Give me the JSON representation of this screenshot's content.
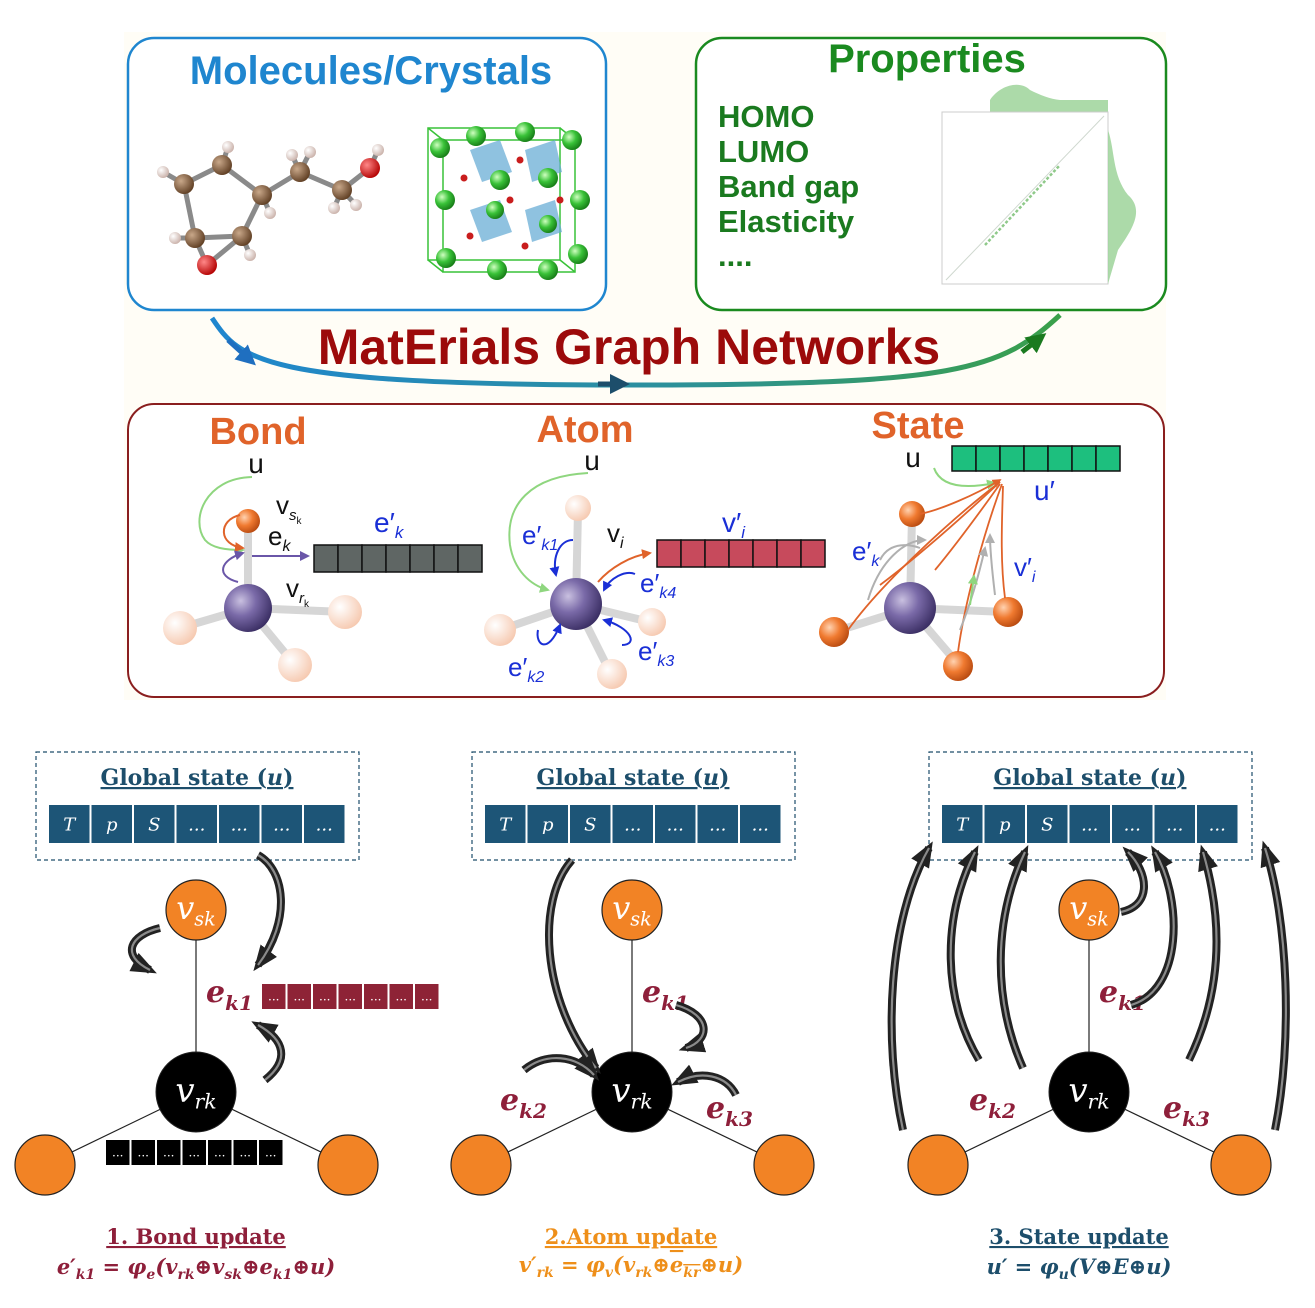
{
  "top": {
    "molecules_title": "Molecules/Crystals",
    "properties_title": "Properties",
    "properties": [
      "HOMO",
      "LUMO",
      "Band gap",
      "Elasticity",
      "...."
    ],
    "network_title": "MatErials Graph Networks"
  },
  "panels": {
    "bond": {
      "title": "Bond",
      "u": "u",
      "vs": "v",
      "vs_sub": "s",
      "vs_subsub": "k",
      "ek": "e",
      "ek_sub": "k",
      "vr": "v",
      "vr_sub": "r",
      "vr_subsub": "k",
      "out": "e′",
      "out_sub": "k"
    },
    "atom": {
      "title": "Atom",
      "u": "u",
      "vi": "v",
      "vi_sub": "i",
      "out": "v′",
      "out_sub": "i",
      "e1": "e′",
      "e1_sub": "k1",
      "e2": "e′",
      "e2_sub": "k2",
      "e3": "e′",
      "e3_sub": "k3",
      "e4": "e′",
      "e4_sub": "k4"
    },
    "state": {
      "title": "State",
      "u": "u",
      "out": "u′",
      "ek": "e′",
      "ek_sub": "k",
      "vi": "v′",
      "vi_sub": "i"
    }
  },
  "bottom": {
    "global_state_label": "Global state (",
    "global_state_var": "u",
    "global_state_close": ")",
    "state_cells": [
      "T",
      "p",
      "S",
      "...",
      "...",
      "...",
      "..."
    ],
    "edge_cells": [
      "...",
      "...",
      "...",
      "...",
      "...",
      "...",
      "..."
    ],
    "node_cells": [
      "...",
      "...",
      "...",
      "...",
      "...",
      "...",
      "..."
    ],
    "vsk": "v",
    "vsk_sub": "sk",
    "vrk": "v",
    "vrk_sub": "rk",
    "ek1": "e",
    "ek1_sub": "k1",
    "ek2": "e",
    "ek2_sub": "k2",
    "ek3": "e",
    "ek3_sub": "k3",
    "captions": [
      {
        "title": "1. Bond update",
        "formula": "e′k1 = φe(vrk⊕vsk⊕ek1⊕u)"
      },
      {
        "title": "2.Atom update",
        "formula": "v′rk = φv(vrk⊕ekr⊕u)"
      },
      {
        "title": "3. State update",
        "formula": "u′ = φu(V⊕E⊕u)"
      }
    ]
  },
  "colors": {
    "blue": "#1f86cf",
    "green": "#1a8a1f",
    "dark_red": "#9c0a0a",
    "orange": "#e0632a",
    "teal": "#1d4e6b",
    "maroon": "#8e1f3a",
    "node_orange": "#f28325"
  }
}
